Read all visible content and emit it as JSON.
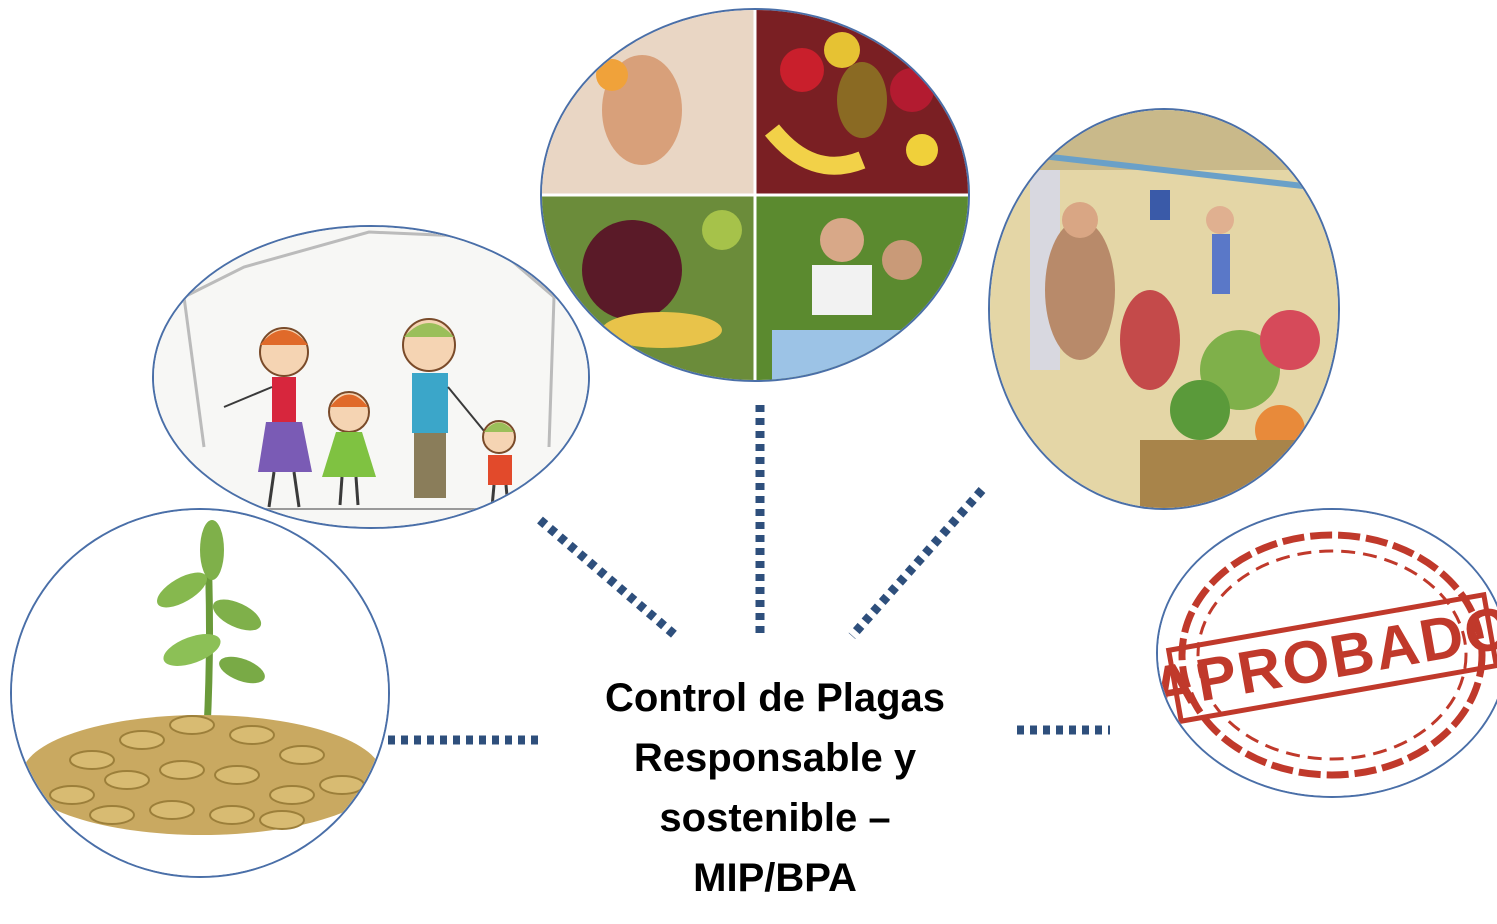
{
  "center": {
    "line1": "Control de  Plagas",
    "line2": "Responsable y",
    "line3": "sostenible –",
    "line4": "MIP/BPA"
  },
  "stamp": {
    "text": "APROBADO"
  },
  "colors": {
    "connector": "#2e4f7c",
    "circle_border": "#4a6fa8",
    "stamp_red": "#c0392b"
  },
  "nodes": [
    {
      "icon": "family-drawing-image"
    },
    {
      "icon": "healthy-food-collage-image"
    },
    {
      "icon": "market-sketch-image"
    },
    {
      "icon": "plant-growing-from-coins-image"
    },
    {
      "icon": "approved-stamp-image"
    }
  ]
}
